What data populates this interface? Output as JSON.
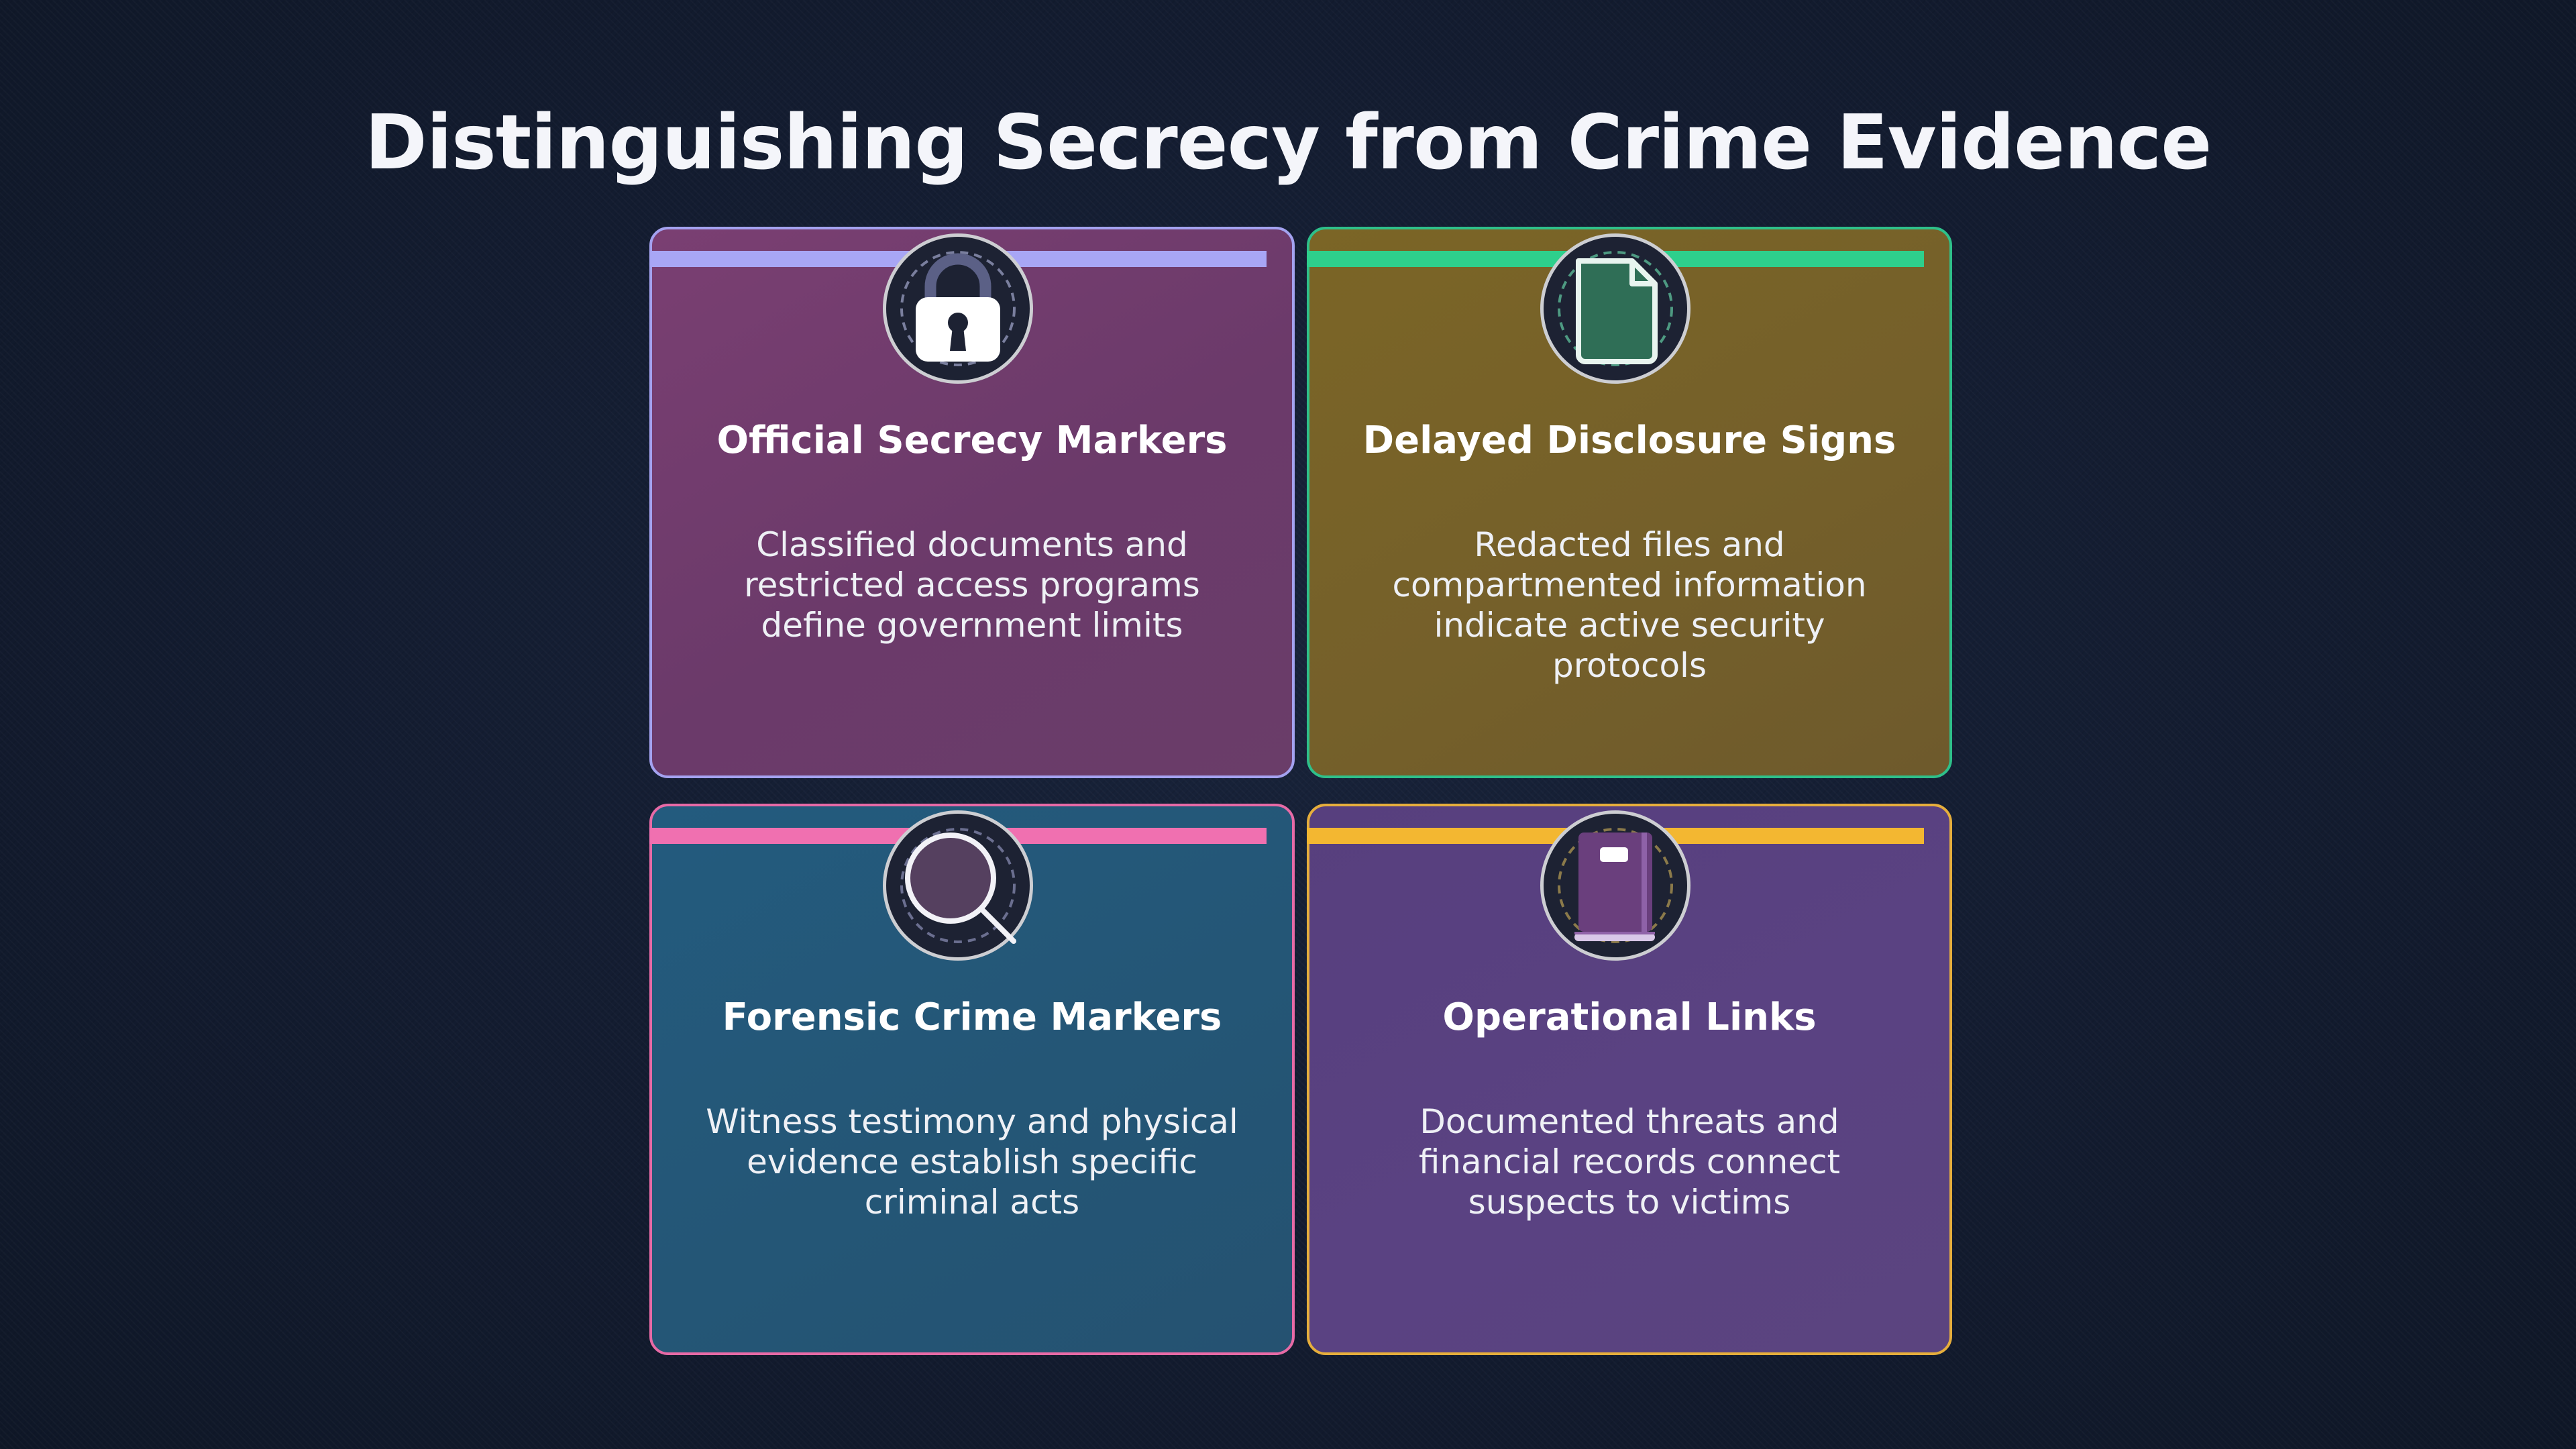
{
  "title": "Distinguishing Secrecy from Crime Evidence",
  "colors": {
    "background": "#121b2e",
    "accent_lavender": "#a8a6f5",
    "accent_green": "#2ecf8c",
    "accent_pink": "#f070b0",
    "accent_amber": "#f3b731"
  },
  "cards": [
    {
      "icon": "lock-icon",
      "title": "Official Secrecy Markers",
      "description": "Classified documents and restricted access programs define government limits"
    },
    {
      "icon": "document-icon",
      "title": "Delayed Disclosure Signs",
      "description": "Redacted files and compartmented information indicate active security protocols"
    },
    {
      "icon": "magnifier-icon",
      "title": "Forensic Crime Markers",
      "description": "Witness testimony and physical evidence establish specific criminal acts"
    },
    {
      "icon": "book-icon",
      "title": "Operational Links",
      "description": "Documented threats and financial records connect suspects to victims"
    }
  ]
}
